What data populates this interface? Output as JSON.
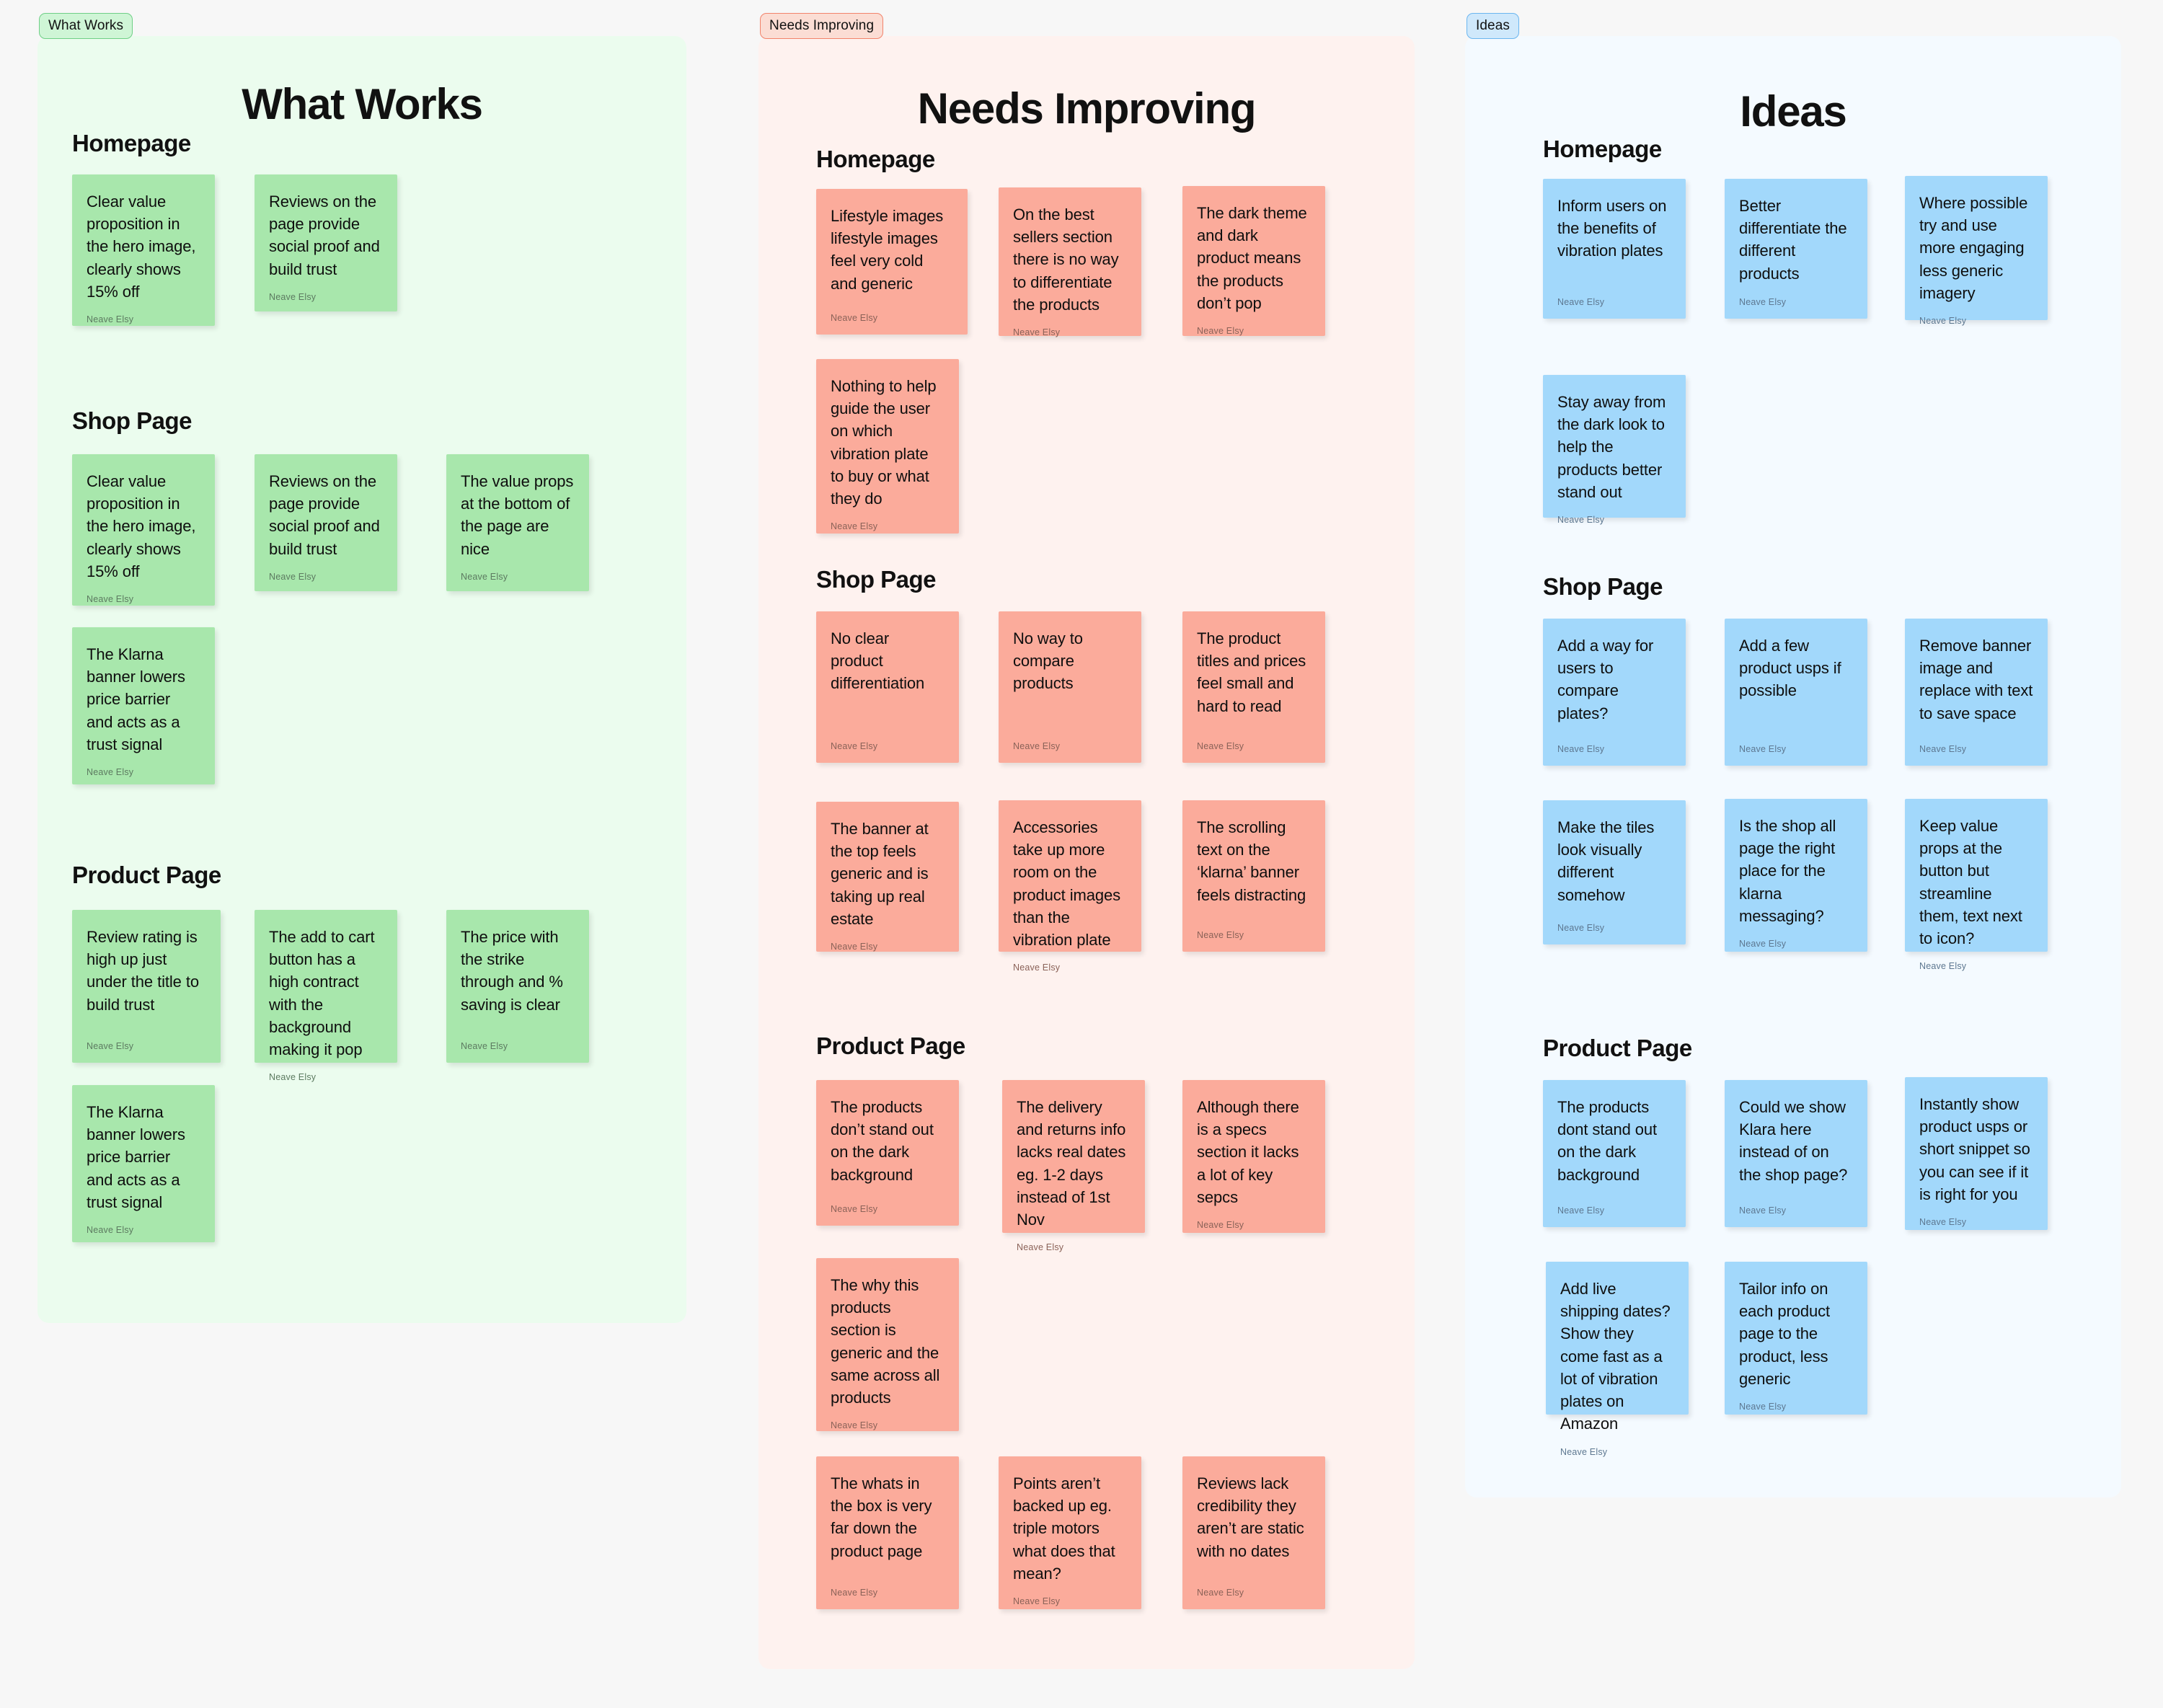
{
  "board": {
    "author": "Neave Elsy",
    "colors": {
      "canvas": "#F7F7F7",
      "green_frame_bg": "#EBFCEE",
      "pink_frame_bg": "#FEF2EF",
      "blue_frame_bg": "#F4FAFF",
      "green_note": "#A8E7AC",
      "pink_note": "#FBAB9B",
      "blue_note": "#A2D8FB"
    }
  },
  "frames": [
    {
      "label": "What Works",
      "title": "What Works",
      "sections": [
        {
          "heading": "Homepage",
          "notes": [
            "Clear value proposition in the hero image, clearly shows 15% off",
            "Reviews on the page provide social proof and build trust"
          ]
        },
        {
          "heading": "Shop Page",
          "notes": [
            "Clear value proposition in the hero image, clearly shows 15% off",
            "Reviews on the page provide social proof and build trust",
            "The value props at the bottom of the page are nice",
            "The Klarna banner lowers price barrier and acts as a trust signal"
          ]
        },
        {
          "heading": "Product Page",
          "notes": [
            "Review rating is high up just under the title to build trust",
            "The add to cart button has a high contract with the background making it pop",
            "The price with the strike through and % saving is clear",
            "The Klarna banner lowers price barrier and acts as a trust signal"
          ]
        }
      ]
    },
    {
      "label": "Needs Improving",
      "title": "Needs Improving",
      "sections": [
        {
          "heading": "Homepage",
          "notes": [
            "Lifestyle images lifestyle images feel very cold and generic",
            "On the best sellers section there is no way to differentiate the products",
            "The dark theme and dark product means the products don’t pop",
            "Nothing to help guide the user on which vibration plate to buy or what they do"
          ]
        },
        {
          "heading": "Shop Page",
          "notes": [
            "No clear product differentiation",
            "No way to compare products",
            "The product titles and prices feel small and hard to read",
            "The banner at the top feels generic and is taking up real estate",
            "Accessories take up more room on the product images than the vibration plate",
            "The scrolling text on the ‘klarna’ banner feels distracting"
          ]
        },
        {
          "heading": "Product Page",
          "notes": [
            "The products don’t stand out on the dark background",
            "The delivery and returns info lacks real dates eg. 1-2 days instead of 1st Nov",
            "Although there is a specs section it lacks a lot of key sepcs",
            "The why this products section is generic and the same across all products",
            "The whats in the box is very far down the product page",
            "Points aren’t backed up eg. triple motors what does that mean?",
            "Reviews lack credibility they aren’t are static with no dates"
          ]
        }
      ]
    },
    {
      "label": "Ideas",
      "title": "Ideas",
      "sections": [
        {
          "heading": "Homepage",
          "notes": [
            "Inform users on the benefits of vibration plates",
            "Better differentiate the different products",
            "Where possible try and use more engaging less generic imagery",
            "Stay away from the dark look to help the products better stand out"
          ]
        },
        {
          "heading": "Shop Page",
          "notes": [
            "Add a way for users to compare plates?",
            "Add a few product usps if possible",
            "Remove banner image and replace with text to save space",
            "Make the tiles look visually different somehow",
            "Is the shop all page the right place for the klarna messaging?",
            "Keep value props at the button but streamline them, text next to icon?"
          ]
        },
        {
          "heading": "Product Page",
          "notes": [
            "The products dont stand out on the dark background",
            "Could we show Klara here instead of on the shop page?",
            "Instantly show product usps or short snippet so you can see if it is right for you",
            "Add live shipping dates? Show they come fast as a lot of vibration plates on Amazon",
            "Tailor info on each product page to the product, less generic"
          ]
        }
      ]
    }
  ]
}
